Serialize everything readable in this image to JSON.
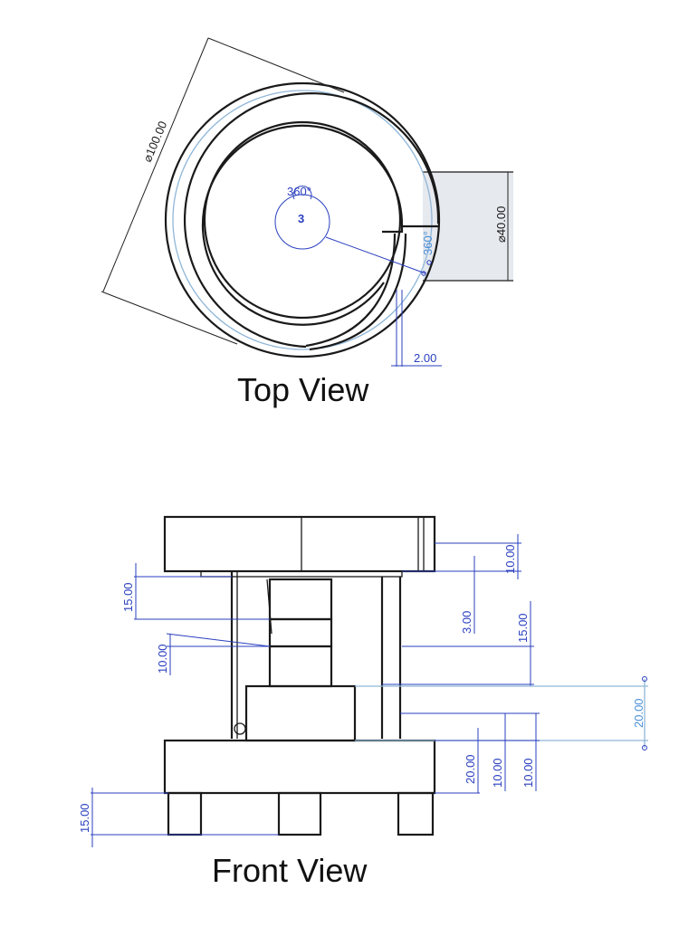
{
  "views": {
    "top": {
      "title": "Top View",
      "dimensions": {
        "outer_diameter": "⌀100.00",
        "sweep_angle_center": "360°",
        "sweep_angle_side": "360°",
        "center_marker": "3",
        "post_diameter": "⌀40.00",
        "wall_thickness": "2.00"
      }
    },
    "front": {
      "title": "Front View",
      "dimensions": {
        "left_upper_gap": "15.00",
        "left_mid_step": "10.00",
        "left_leg_height": "15.00",
        "top_plate_thickness": "10.00",
        "upper_gap": "3.00",
        "upper_column": "15.00",
        "right_offset": "20.00",
        "base_height": "20.00",
        "base_step_a": "10.00",
        "base_step_b": "10.00"
      }
    }
  },
  "colors": {
    "dimension": "#2a3fbf",
    "reference": "#8fb6d8",
    "outline": "#1a1a1a"
  }
}
